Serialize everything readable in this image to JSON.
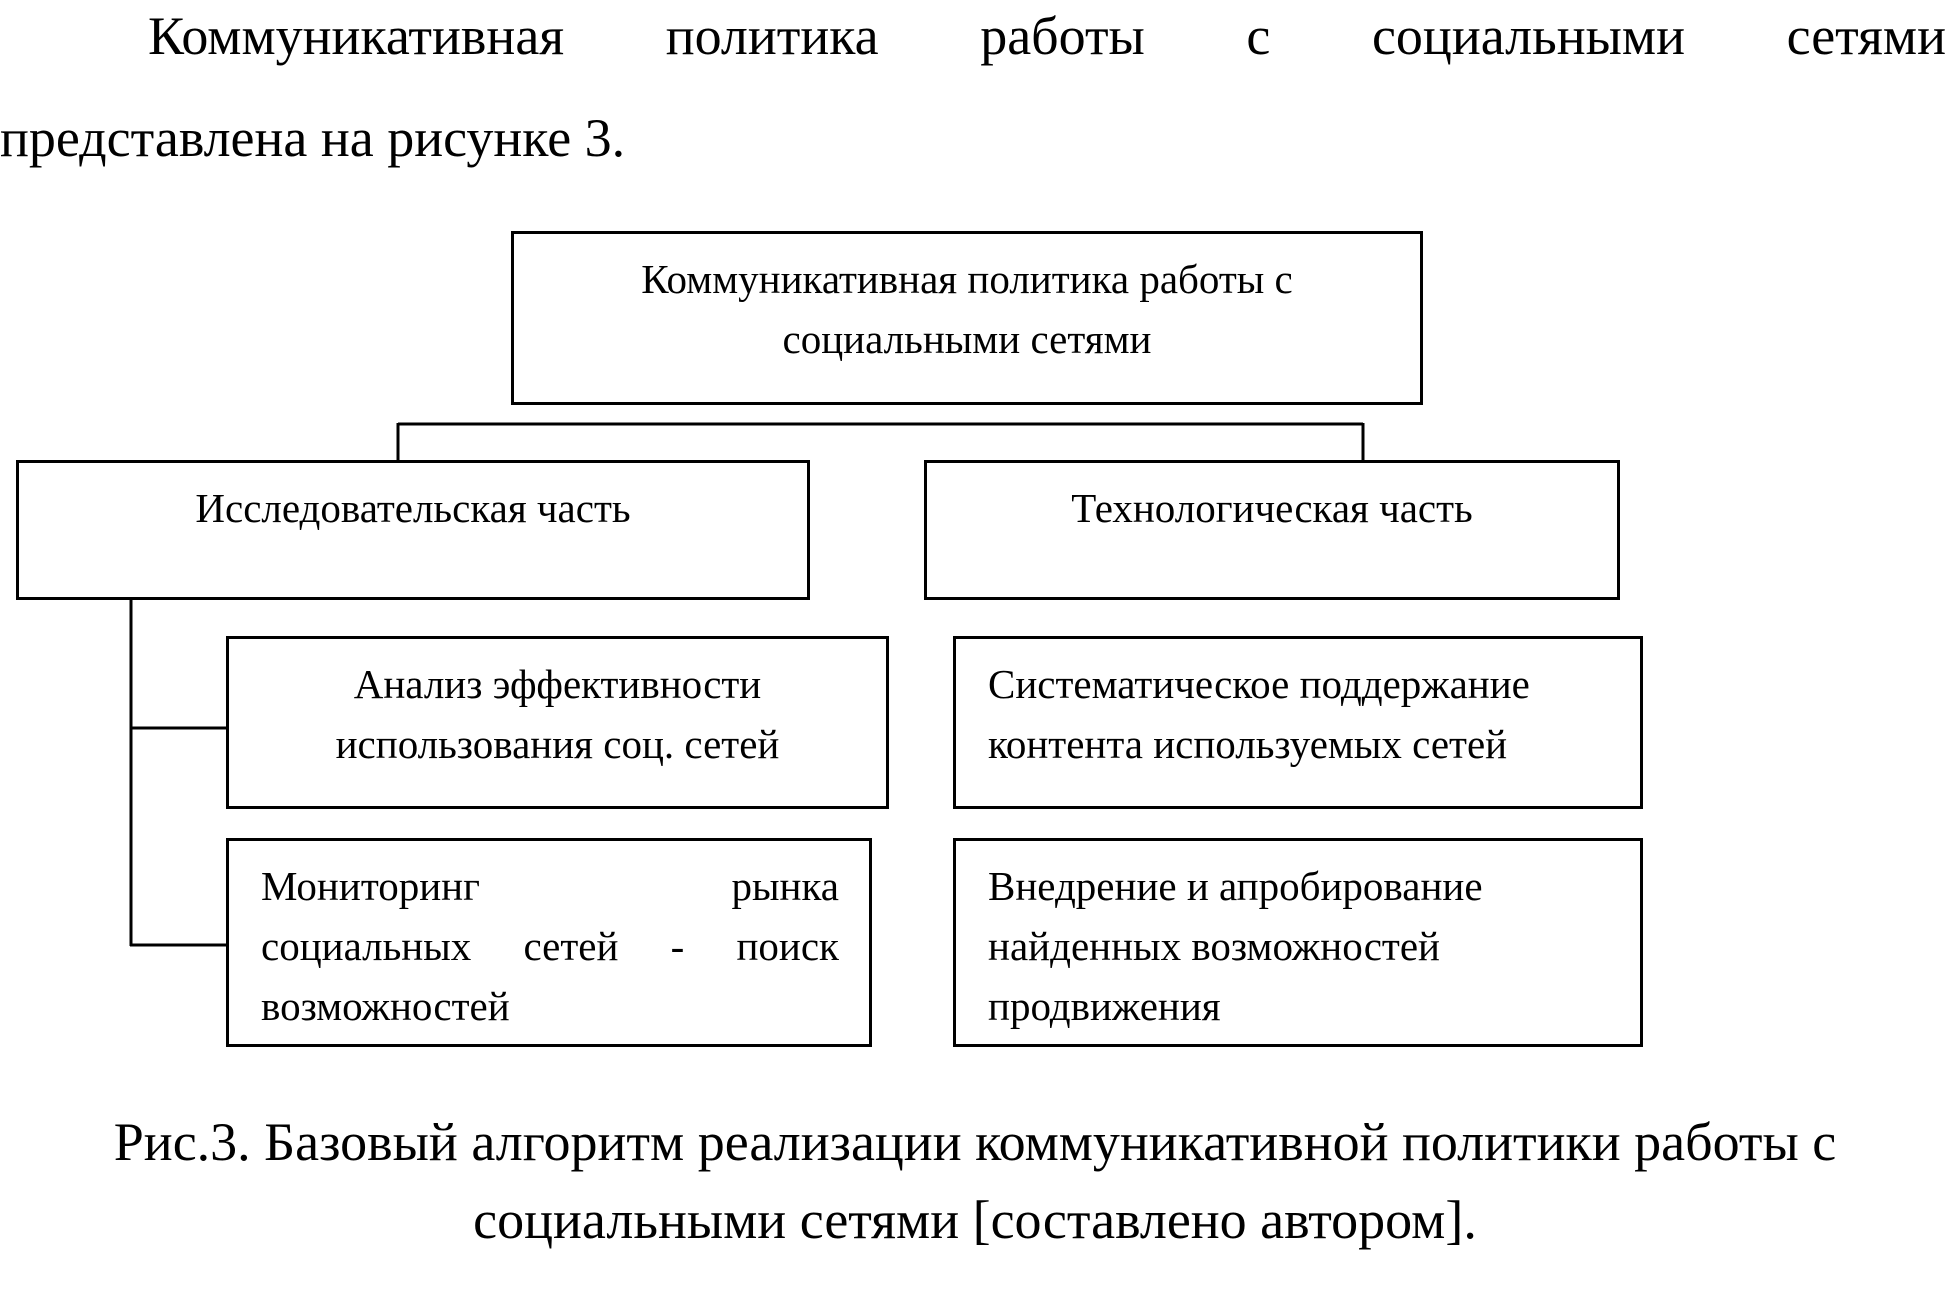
{
  "paragraph": {
    "line1_words": [
      "Коммуникативная",
      "политика",
      "работы",
      "с",
      "социальными",
      "сетями"
    ],
    "line2": "представлена на рисунке 3."
  },
  "diagram": {
    "root": {
      "line1": "Коммуникативная политика работы с",
      "line2": "социальными сетями"
    },
    "research": {
      "label": "Исследовательская часть",
      "items": [
        {
          "line1": "Анализ эффективности",
          "line2": "использования соц. сетей"
        },
        {
          "line1_left": "Мониторинг",
          "line1_right": "рынка",
          "line2_left": "социальных",
          "line2_mid": "сетей",
          "line2_dash": "-",
          "line2_right": "поиск",
          "line3": "возможностей"
        }
      ]
    },
    "tech": {
      "label": "Технологическая часть",
      "items": [
        {
          "line1": "Систематическое поддержание",
          "line2": "контента используемых сетей"
        },
        {
          "line1": "Внедрение и апробирование",
          "line2": "найденных возможностей",
          "line3": "продвижения"
        }
      ]
    }
  },
  "caption": {
    "line1": "Рис.3. Базовый алгоритм реализации коммуникативной политики работы с",
    "line2": "социальными сетями [составлено автором]."
  },
  "colors": {
    "text": "#000000",
    "background": "#ffffff",
    "line": "#000000"
  }
}
